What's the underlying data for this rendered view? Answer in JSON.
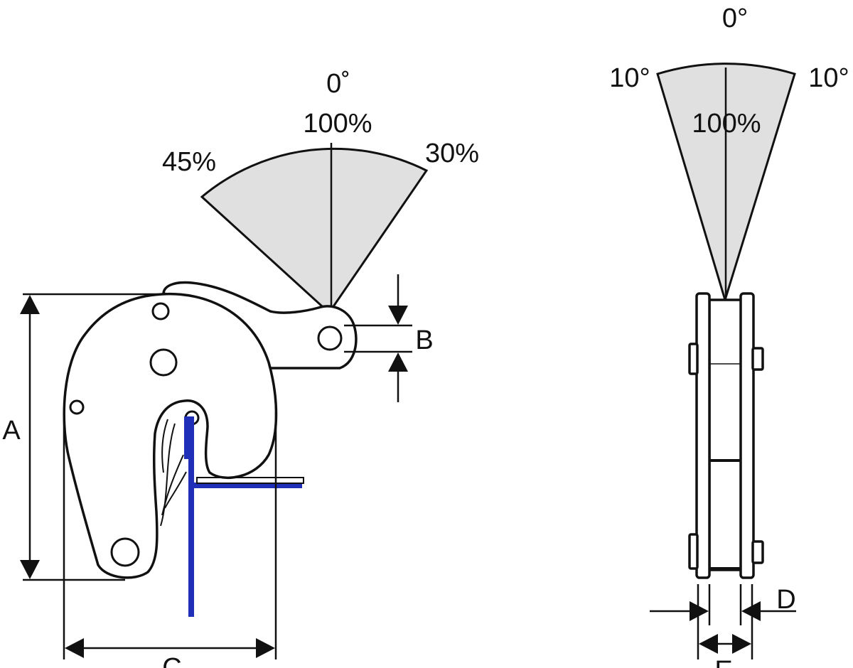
{
  "front_view": {
    "sector": {
      "center_angle_label": "0˚",
      "center_load_label": "100%",
      "left_load_label": "45%",
      "right_load_label": "30%",
      "fill_color": "#e0e0e0"
    },
    "dimensions": {
      "a": "A",
      "b": "B",
      "c": "C"
    },
    "plate_color": "#1f2fb8"
  },
  "side_view": {
    "sector": {
      "top_angle_label": "0°",
      "left_angle_label": "10°",
      "right_angle_label": "10°",
      "load_label": "100%",
      "fill_color": "#e0e0e0"
    },
    "dimensions": {
      "d": "D",
      "e": "E"
    }
  }
}
